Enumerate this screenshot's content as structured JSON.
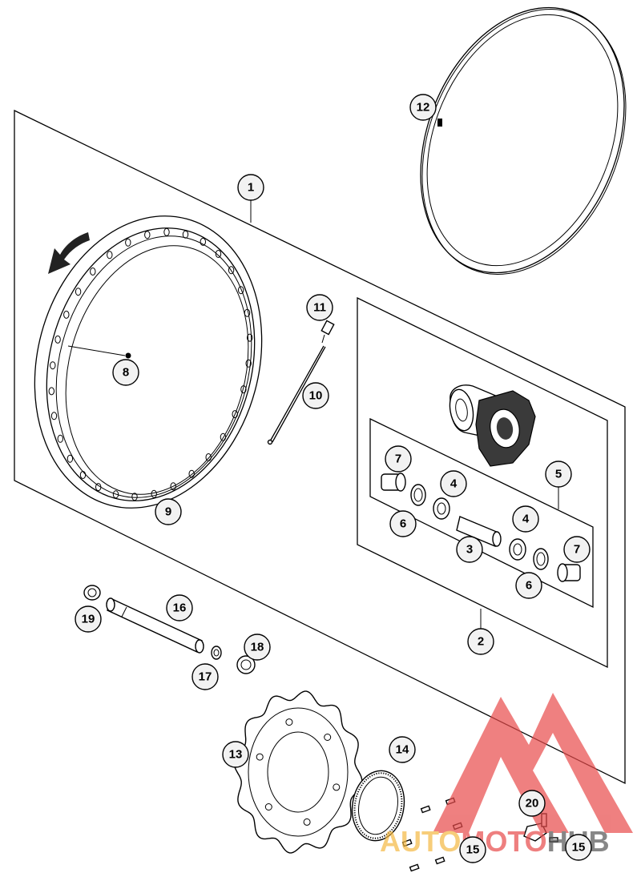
{
  "callouts": [
    {
      "label": "1",
      "name": "callout-1"
    },
    {
      "label": "2",
      "name": "callout-2"
    },
    {
      "label": "3",
      "name": "callout-3"
    },
    {
      "label": "4",
      "name": "callout-4a"
    },
    {
      "label": "4",
      "name": "callout-4b"
    },
    {
      "label": "5",
      "name": "callout-5"
    },
    {
      "label": "6",
      "name": "callout-6a"
    },
    {
      "label": "6",
      "name": "callout-6b"
    },
    {
      "label": "7",
      "name": "callout-7a"
    },
    {
      "label": "7",
      "name": "callout-7b"
    },
    {
      "label": "8",
      "name": "callout-8"
    },
    {
      "label": "9",
      "name": "callout-9"
    },
    {
      "label": "10",
      "name": "callout-10"
    },
    {
      "label": "11",
      "name": "callout-11"
    },
    {
      "label": "12",
      "name": "callout-12"
    },
    {
      "label": "13",
      "name": "callout-13"
    },
    {
      "label": "14",
      "name": "callout-14"
    },
    {
      "label": "15",
      "name": "callout-15a"
    },
    {
      "label": "15",
      "name": "callout-15b"
    },
    {
      "label": "16",
      "name": "callout-16"
    },
    {
      "label": "17",
      "name": "callout-17"
    },
    {
      "label": "18",
      "name": "callout-18"
    },
    {
      "label": "19",
      "name": "callout-19"
    },
    {
      "label": "20",
      "name": "callout-20"
    }
  ],
  "watermark": {
    "part_a": "AUTO",
    "part_b": "MOTO",
    "part_c": "HUB",
    "color_a": "#f5b942",
    "color_b": "#e84a4a",
    "color_c": "#555555",
    "logo_color": "#e84a4a"
  }
}
